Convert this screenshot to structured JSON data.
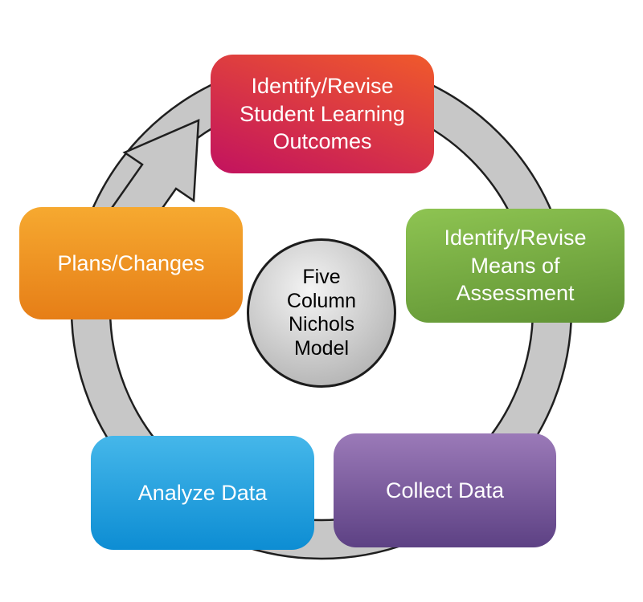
{
  "diagram": {
    "title": "Five Column Nichols Model",
    "background": "#ffffff",
    "ring": {
      "color": "#c7c7c7",
      "outline": "#1f1f1f"
    },
    "center": {
      "label": "Five\nColumn\nNichols\nModel",
      "text_color": "#000000",
      "fill_start": "#f4f4f4",
      "fill_end": "#aeaeae"
    },
    "nodes": [
      {
        "id": "identify-revise-outcomes",
        "label": "Identify/Revise\nStudent Learning\nOutcomes",
        "angle": "200deg",
        "color_start": "#f05a2b",
        "color_end": "#c2125f",
        "text_color": "#ffffff",
        "position": "top"
      },
      {
        "id": "identify-revise-assessment",
        "label": "Identify/Revise\nMeans of\nAssessment",
        "angle": "170deg",
        "color_start": "#8ec452",
        "color_end": "#5f9233",
        "text_color": "#ffffff",
        "position": "right"
      },
      {
        "id": "collect-data",
        "label": "Collect Data",
        "angle": "180deg",
        "color_start": "#9b7ab8",
        "color_end": "#5d4184",
        "text_color": "#ffffff",
        "position": "bottom-right"
      },
      {
        "id": "analyze-data",
        "label": "Analyze Data",
        "angle": "180deg",
        "color_start": "#45b7ea",
        "color_end": "#0d8dd3",
        "text_color": "#ffffff",
        "position": "bottom-left"
      },
      {
        "id": "plans-changes",
        "label": "Plans/Changes",
        "angle": "180deg",
        "color_start": "#f6a930",
        "color_end": "#e67e17",
        "text_color": "#ffffff",
        "position": "left"
      }
    ],
    "arrow": {
      "direction": "clockwise"
    }
  }
}
